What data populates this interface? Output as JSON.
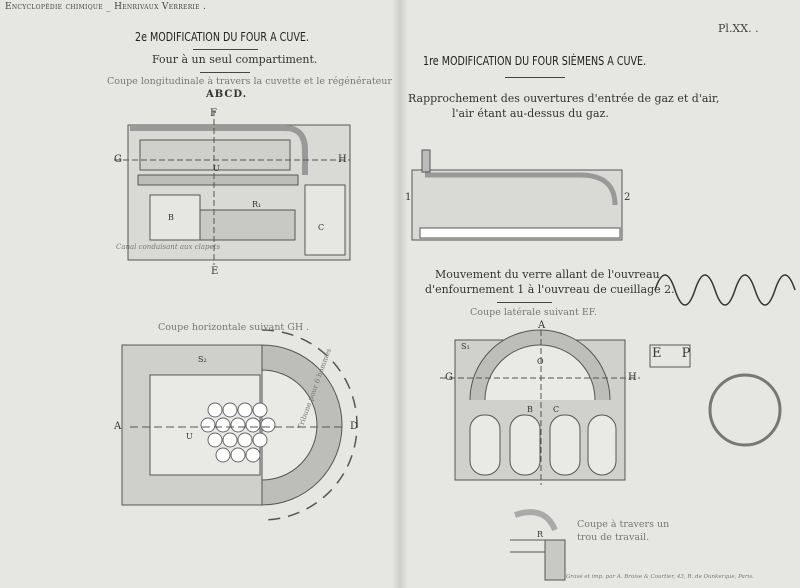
{
  "header": {
    "book": "Encyclopédie chimique _ Henrivaux Verrerie .",
    "plate": "Pl.XX. ."
  },
  "left": {
    "title": "2e MODIFICATION DU FOUR A CUVE.",
    "subtitle": "Four à un seul compartiment.",
    "caption1": "Coupe longitudinale à travers la cuvette et le régénérateur",
    "caption1_letters": "ABCD.",
    "canal_label": "Canal conduisant aux clapets",
    "caption2": "Coupe horizontale suivant GH .",
    "tribune_label": "Tribune pour 6 hommes",
    "letters": {
      "F": "F",
      "G": "G",
      "H": "H",
      "E": "E",
      "U": "U",
      "B": "B",
      "C": "C",
      "R": "R₁",
      "A": "A",
      "D": "D",
      "S": "S₂"
    }
  },
  "right": {
    "title": "1re MODIFICATION DU FOUR SIÈMENS A CUVE.",
    "subtitle_line1": "Rapprochement des ouvertures d'entrée de gaz et d'air,",
    "subtitle_line2": "l'air étant au-dessus du gaz.",
    "movement_line1": "Mouvement du verre allant de l'ouvreau",
    "movement_line2": "d'enfournement 1 à l'ouvreau de cueillage 2.",
    "caption_ef": "Coupe latérale suivant EF.",
    "caption_trou_1": "Coupe à travers un",
    "caption_trou_2": "trou de travail.",
    "imprint": "Gravé et imp. par A. Broise & Courtier, 43, R. de Dunkerque, Paris.",
    "stamp": "E P",
    "letters": {
      "one": "1",
      "two": "2",
      "A": "A",
      "G": "G",
      "H": "H",
      "B": "B",
      "C": "C",
      "O": "O",
      "S": "S₁",
      "R": "R"
    }
  }
}
